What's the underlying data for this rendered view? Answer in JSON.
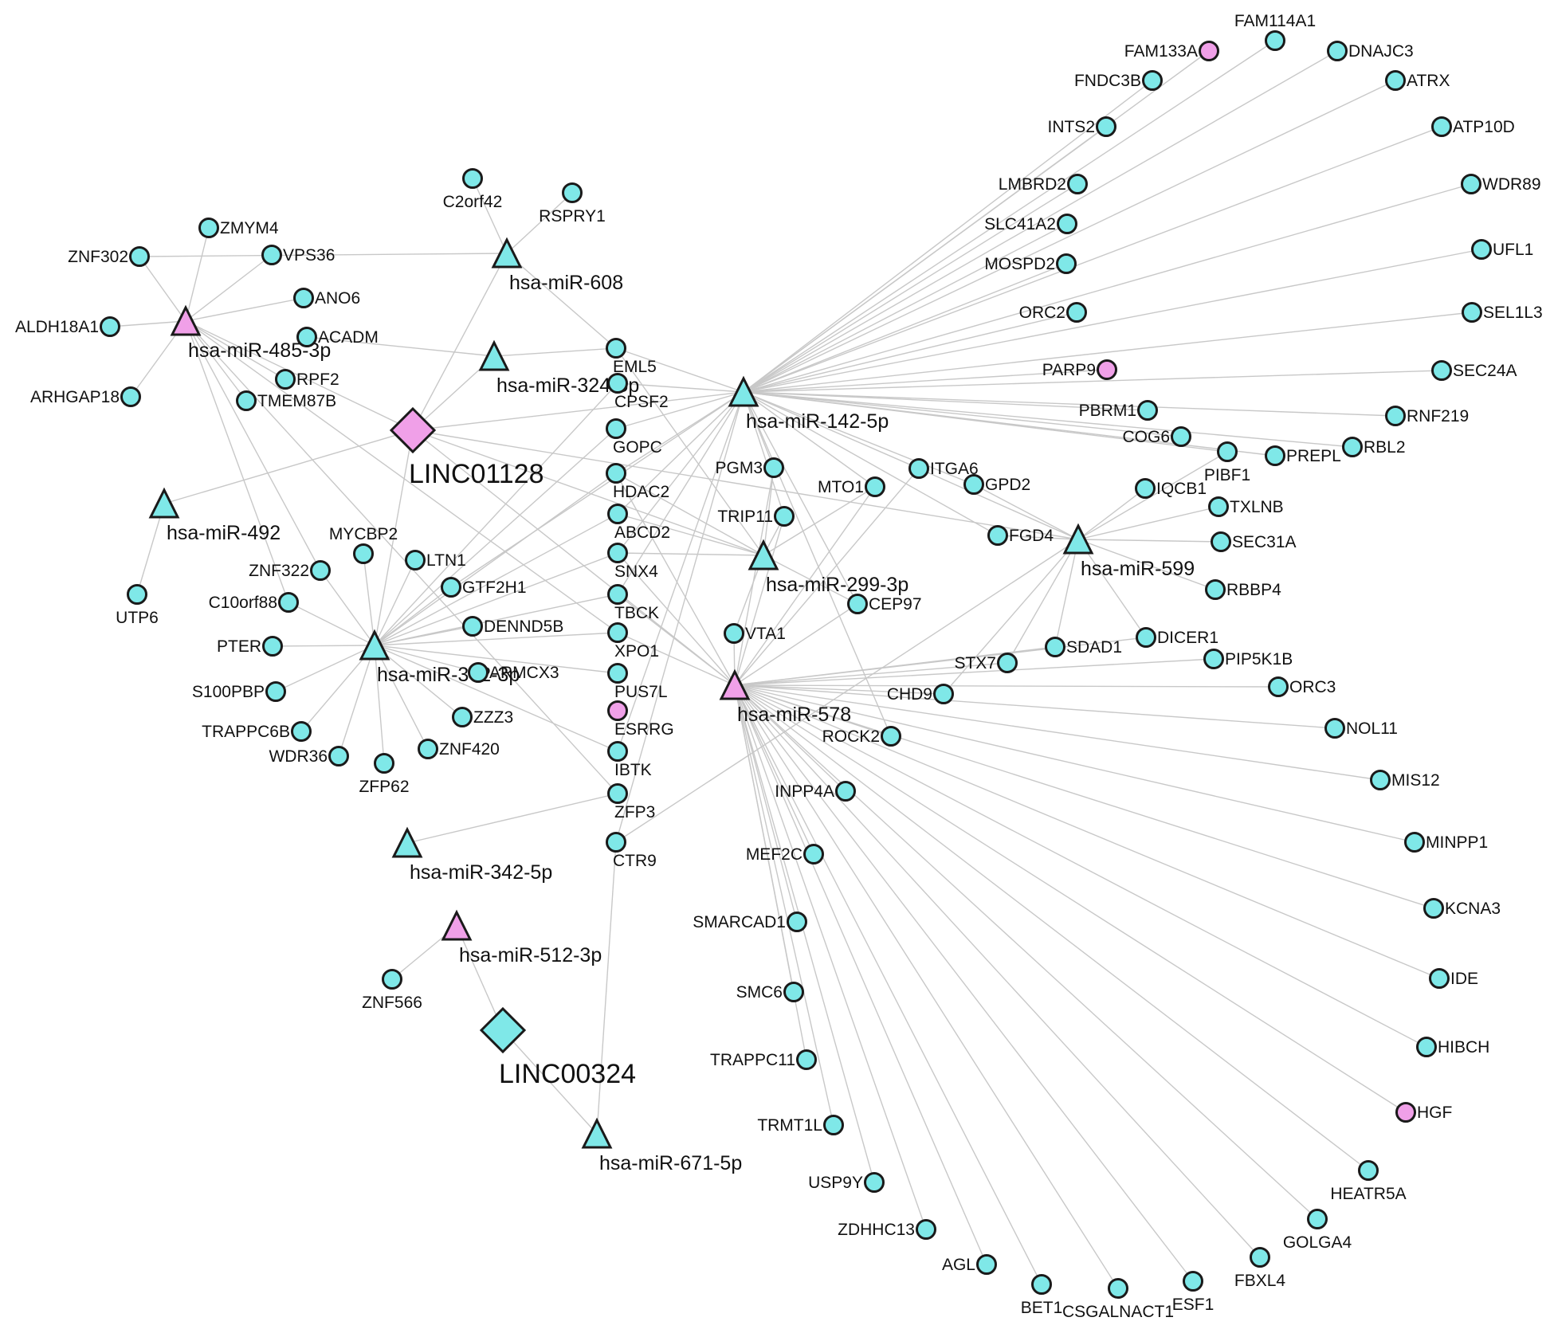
{
  "colors": {
    "cyan": "#7fe8e8",
    "pink": "#f0a0e8",
    "edge": "#c8c8c8",
    "stroke": "#1a1a1a"
  },
  "nodes": [
    {
      "id": "LINC01128",
      "label": "LINC01128",
      "type": "lncRNA",
      "color": "pink"
    },
    {
      "id": "LINC00324",
      "label": "LINC00324",
      "type": "lncRNA",
      "color": "cyan"
    },
    {
      "id": "m608",
      "label": "hsa-miR-608",
      "type": "miRNA",
      "color": "cyan"
    },
    {
      "id": "m485",
      "label": "hsa-miR-485-3p",
      "type": "miRNA",
      "color": "pink"
    },
    {
      "id": "m324",
      "label": "hsa-miR-324-5p",
      "type": "miRNA",
      "color": "cyan"
    },
    {
      "id": "m492",
      "label": "hsa-miR-492",
      "type": "miRNA",
      "color": "cyan"
    },
    {
      "id": "m342_3p",
      "label": "hsa-miR-342-3p",
      "type": "miRNA",
      "color": "cyan"
    },
    {
      "id": "m342_5p",
      "label": "hsa-miR-342-5p",
      "type": "miRNA",
      "color": "cyan"
    },
    {
      "id": "m512",
      "label": "hsa-miR-512-3p",
      "type": "miRNA",
      "color": "pink"
    },
    {
      "id": "m671",
      "label": "hsa-miR-671-5p",
      "type": "miRNA",
      "color": "cyan"
    },
    {
      "id": "m142",
      "label": "hsa-miR-142-5p",
      "type": "miRNA",
      "color": "cyan"
    },
    {
      "id": "m299",
      "label": "hsa-miR-299-3p",
      "type": "miRNA",
      "color": "cyan"
    },
    {
      "id": "m578",
      "label": "hsa-miR-578",
      "type": "miRNA",
      "color": "pink"
    },
    {
      "id": "m599",
      "label": "hsa-miR-599",
      "type": "miRNA",
      "color": "cyan"
    },
    {
      "id": "C2orf42",
      "label": "C2orf42",
      "type": "gene",
      "color": "cyan"
    },
    {
      "id": "RSPRY1",
      "label": "RSPRY1",
      "type": "gene",
      "color": "cyan"
    },
    {
      "id": "ZMYM4",
      "label": "ZMYM4",
      "type": "gene",
      "color": "cyan"
    },
    {
      "id": "ZNF302",
      "label": "ZNF302",
      "type": "gene",
      "color": "cyan"
    },
    {
      "id": "VPS36",
      "label": "VPS36",
      "type": "gene",
      "color": "cyan"
    },
    {
      "id": "ANO6",
      "label": "ANO6",
      "type": "gene",
      "color": "cyan"
    },
    {
      "id": "ALDH18A1",
      "label": "ALDH18A1",
      "type": "gene",
      "color": "cyan"
    },
    {
      "id": "ACADM",
      "label": "ACADM",
      "type": "gene",
      "color": "cyan"
    },
    {
      "id": "RPF2",
      "label": "RPF2",
      "type": "gene",
      "color": "cyan"
    },
    {
      "id": "ARHGAP18",
      "label": "ARHGAP18",
      "type": "gene",
      "color": "cyan"
    },
    {
      "id": "TMEM87B",
      "label": "TMEM87B",
      "type": "gene",
      "color": "cyan"
    },
    {
      "id": "UTP6",
      "label": "UTP6",
      "type": "gene",
      "color": "cyan"
    },
    {
      "id": "MYCBP2",
      "label": "MYCBP2",
      "type": "gene",
      "color": "cyan"
    },
    {
      "id": "LTN1",
      "label": "LTN1",
      "type": "gene",
      "color": "cyan"
    },
    {
      "id": "ZNF322",
      "label": "ZNF322",
      "type": "gene",
      "color": "cyan"
    },
    {
      "id": "GTF2H1",
      "label": "GTF2H1",
      "type": "gene",
      "color": "cyan"
    },
    {
      "id": "C10orf88",
      "label": "C10orf88",
      "type": "gene",
      "color": "cyan"
    },
    {
      "id": "DENND5B",
      "label": "DENND5B",
      "type": "gene",
      "color": "cyan"
    },
    {
      "id": "PTER",
      "label": "PTER",
      "type": "gene",
      "color": "cyan"
    },
    {
      "id": "ARMCX3",
      "label": "ARMCX3",
      "type": "gene",
      "color": "cyan"
    },
    {
      "id": "S100PBP",
      "label": "S100PBP",
      "type": "gene",
      "color": "cyan"
    },
    {
      "id": "ZZZ3",
      "label": "ZZZ3",
      "type": "gene",
      "color": "cyan"
    },
    {
      "id": "TRAPPC6B",
      "label": "TRAPPC6B",
      "type": "gene",
      "color": "cyan"
    },
    {
      "id": "ZNF420",
      "label": "ZNF420",
      "type": "gene",
      "color": "cyan"
    },
    {
      "id": "WDR36",
      "label": "WDR36",
      "type": "gene",
      "color": "cyan"
    },
    {
      "id": "ZFP62",
      "label": "ZFP62",
      "type": "gene",
      "color": "cyan"
    },
    {
      "id": "ZNF566",
      "label": "ZNF566",
      "type": "gene",
      "color": "cyan"
    },
    {
      "id": "EML5",
      "label": "EML5",
      "type": "gene",
      "color": "cyan"
    },
    {
      "id": "CPSF2",
      "label": "CPSF2",
      "type": "gene",
      "color": "cyan"
    },
    {
      "id": "GOPC",
      "label": "GOPC",
      "type": "gene",
      "color": "cyan"
    },
    {
      "id": "HDAC2",
      "label": "HDAC2",
      "type": "gene",
      "color": "cyan"
    },
    {
      "id": "ABCD2",
      "label": "ABCD2",
      "type": "gene",
      "color": "cyan"
    },
    {
      "id": "SNX4",
      "label": "SNX4",
      "type": "gene",
      "color": "cyan"
    },
    {
      "id": "TBCK",
      "label": "TBCK",
      "type": "gene",
      "color": "cyan"
    },
    {
      "id": "XPO1",
      "label": "XPO1",
      "type": "gene",
      "color": "cyan"
    },
    {
      "id": "PUS7L",
      "label": "PUS7L",
      "type": "gene",
      "color": "cyan"
    },
    {
      "id": "ESRRG",
      "label": "ESRRG",
      "type": "gene",
      "color": "pink"
    },
    {
      "id": "IBTK",
      "label": "IBTK",
      "type": "gene",
      "color": "cyan"
    },
    {
      "id": "ZFP3",
      "label": "ZFP3",
      "type": "gene",
      "color": "cyan"
    },
    {
      "id": "CTR9",
      "label": "CTR9",
      "type": "gene",
      "color": "cyan"
    },
    {
      "id": "PGM3",
      "label": "PGM3",
      "type": "gene",
      "color": "cyan"
    },
    {
      "id": "TRIP11",
      "label": "TRIP11",
      "type": "gene",
      "color": "cyan"
    },
    {
      "id": "MTO1",
      "label": "MTO1",
      "type": "gene",
      "color": "cyan"
    },
    {
      "id": "ITGA6",
      "label": "ITGA6",
      "type": "gene",
      "color": "cyan"
    },
    {
      "id": "GPD2",
      "label": "GPD2",
      "type": "gene",
      "color": "cyan"
    },
    {
      "id": "FGD4",
      "label": "FGD4",
      "type": "gene",
      "color": "cyan"
    },
    {
      "id": "CEP97",
      "label": "CEP97",
      "type": "gene",
      "color": "cyan"
    },
    {
      "id": "VTA1",
      "label": "VTA1",
      "type": "gene",
      "color": "cyan"
    },
    {
      "id": "STX7",
      "label": "STX7",
      "type": "gene",
      "color": "cyan"
    },
    {
      "id": "SDAD1",
      "label": "SDAD1",
      "type": "gene",
      "color": "cyan"
    },
    {
      "id": "CHD9",
      "label": "CHD9",
      "type": "gene",
      "color": "cyan"
    },
    {
      "id": "ROCK2",
      "label": "ROCK2",
      "type": "gene",
      "color": "cyan"
    },
    {
      "id": "DICER1",
      "label": "DICER1",
      "type": "gene",
      "color": "cyan"
    },
    {
      "id": "IQCB1",
      "label": "IQCB1",
      "type": "gene",
      "color": "cyan"
    },
    {
      "id": "TXLNB",
      "label": "TXLNB",
      "type": "gene",
      "color": "cyan"
    },
    {
      "id": "SEC31A",
      "label": "SEC31A",
      "type": "gene",
      "color": "cyan"
    },
    {
      "id": "RBBP4",
      "label": "RBBP4",
      "type": "gene",
      "color": "cyan"
    },
    {
      "id": "FAM133A",
      "label": "FAM133A",
      "type": "gene",
      "color": "pink"
    },
    {
      "id": "FAM114A1",
      "label": "FAM114A1",
      "type": "gene",
      "color": "cyan"
    },
    {
      "id": "FNDC3B",
      "label": "FNDC3B",
      "type": "gene",
      "color": "cyan"
    },
    {
      "id": "DNAJC3",
      "label": "DNAJC3",
      "type": "gene",
      "color": "cyan"
    },
    {
      "id": "ATRX",
      "label": "ATRX",
      "type": "gene",
      "color": "cyan"
    },
    {
      "id": "INTS2",
      "label": "INTS2",
      "type": "gene",
      "color": "cyan"
    },
    {
      "id": "ATP10D",
      "label": "ATP10D",
      "type": "gene",
      "color": "cyan"
    },
    {
      "id": "LMBRD2",
      "label": "LMBRD2",
      "type": "gene",
      "color": "cyan"
    },
    {
      "id": "WDR89",
      "label": "WDR89",
      "type": "gene",
      "color": "cyan"
    },
    {
      "id": "SLC41A2",
      "label": "SLC41A2",
      "type": "gene",
      "color": "cyan"
    },
    {
      "id": "UFL1",
      "label": "UFL1",
      "type": "gene",
      "color": "cyan"
    },
    {
      "id": "MOSPD2",
      "label": "MOSPD2",
      "type": "gene",
      "color": "cyan"
    },
    {
      "id": "ORC2",
      "label": "ORC2",
      "type": "gene",
      "color": "cyan"
    },
    {
      "id": "SEL1L3",
      "label": "SEL1L3",
      "type": "gene",
      "color": "cyan"
    },
    {
      "id": "PARP9",
      "label": "PARP9",
      "type": "gene",
      "color": "pink"
    },
    {
      "id": "SEC24A",
      "label": "SEC24A",
      "type": "gene",
      "color": "cyan"
    },
    {
      "id": "PBRM1",
      "label": "PBRM1",
      "type": "gene",
      "color": "cyan"
    },
    {
      "id": "RNF219",
      "label": "RNF219",
      "type": "gene",
      "color": "cyan"
    },
    {
      "id": "COG6",
      "label": "COG6",
      "type": "gene",
      "color": "cyan"
    },
    {
      "id": "PIBF1",
      "label": "PIBF1",
      "type": "gene",
      "color": "cyan"
    },
    {
      "id": "PREPL",
      "label": "PREPL",
      "type": "gene",
      "color": "cyan"
    },
    {
      "id": "RBL2",
      "label": "RBL2",
      "type": "gene",
      "color": "cyan"
    },
    {
      "id": "PIP5K1B",
      "label": "PIP5K1B",
      "type": "gene",
      "color": "cyan"
    },
    {
      "id": "ORC3",
      "label": "ORC3",
      "type": "gene",
      "color": "cyan"
    },
    {
      "id": "NOL11",
      "label": "NOL11",
      "type": "gene",
      "color": "cyan"
    },
    {
      "id": "MIS12",
      "label": "MIS12",
      "type": "gene",
      "color": "cyan"
    },
    {
      "id": "MINPP1",
      "label": "MINPP1",
      "type": "gene",
      "color": "cyan"
    },
    {
      "id": "KCNA3",
      "label": "KCNA3",
      "type": "gene",
      "color": "cyan"
    },
    {
      "id": "IDE",
      "label": "IDE",
      "type": "gene",
      "color": "cyan"
    },
    {
      "id": "HIBCH",
      "label": "HIBCH",
      "type": "gene",
      "color": "cyan"
    },
    {
      "id": "HGF",
      "label": "HGF",
      "type": "gene",
      "color": "pink"
    },
    {
      "id": "HEATR5A",
      "label": "HEATR5A",
      "type": "gene",
      "color": "cyan"
    },
    {
      "id": "GOLGA4",
      "label": "GOLGA4",
      "type": "gene",
      "color": "cyan"
    },
    {
      "id": "FBXL4",
      "label": "FBXL4",
      "type": "gene",
      "color": "cyan"
    },
    {
      "id": "ESF1",
      "label": "ESF1",
      "type": "gene",
      "color": "cyan"
    },
    {
      "id": "CSGALNACT1",
      "label": "CSGALNACT1",
      "type": "gene",
      "color": "cyan"
    },
    {
      "id": "BET1",
      "label": "BET1",
      "type": "gene",
      "color": "cyan"
    },
    {
      "id": "AGL",
      "label": "AGL",
      "type": "gene",
      "color": "cyan"
    },
    {
      "id": "ZDHHC13",
      "label": "ZDHHC13",
      "type": "gene",
      "color": "cyan"
    },
    {
      "id": "USP9Y",
      "label": "USP9Y",
      "type": "gene",
      "color": "cyan"
    },
    {
      "id": "TRMT1L",
      "label": "TRMT1L",
      "type": "gene",
      "color": "cyan"
    },
    {
      "id": "TRAPPC11",
      "label": "TRAPPC11",
      "type": "gene",
      "color": "cyan"
    },
    {
      "id": "SMC6",
      "label": "SMC6",
      "type": "gene",
      "color": "cyan"
    },
    {
      "id": "SMARCAD1",
      "label": "SMARCAD1",
      "type": "gene",
      "color": "cyan"
    },
    {
      "id": "MEF2C",
      "label": "MEF2C",
      "type": "gene",
      "color": "cyan"
    },
    {
      "id": "INPP4A",
      "label": "INPP4A",
      "type": "gene",
      "color": "cyan"
    }
  ],
  "edges": [
    [
      "LINC01128",
      "m608"
    ],
    [
      "LINC01128",
      "m485"
    ],
    [
      "LINC01128",
      "m324"
    ],
    [
      "LINC01128",
      "m492"
    ],
    [
      "LINC01128",
      "m342_3p"
    ],
    [
      "LINC01128",
      "m142"
    ],
    [
      "LINC01128",
      "m299"
    ],
    [
      "LINC01128",
      "m578"
    ],
    [
      "LINC01128",
      "m599"
    ],
    [
      "LINC00324",
      "m512"
    ],
    [
      "LINC00324",
      "m671"
    ],
    [
      "m608",
      "C2orf42"
    ],
    [
      "m608",
      "RSPRY1"
    ],
    [
      "m608",
      "ZNF302"
    ],
    [
      "m608",
      "EML5"
    ],
    [
      "m485",
      "ZMYM4"
    ],
    [
      "m485",
      "ZNF302"
    ],
    [
      "m485",
      "VPS36"
    ],
    [
      "m485",
      "ANO6"
    ],
    [
      "m485",
      "ALDH18A1"
    ],
    [
      "m485",
      "ARHGAP18"
    ],
    [
      "m485",
      "RPF2"
    ],
    [
      "m485",
      "TMEM87B"
    ],
    [
      "m485",
      "ZNF322"
    ],
    [
      "m485",
      "C10orf88"
    ],
    [
      "m485",
      "XPO1"
    ],
    [
      "m485",
      "ZFP3"
    ],
    [
      "m324",
      "ACADM"
    ],
    [
      "m324",
      "EML5"
    ],
    [
      "m492",
      "UTP6"
    ],
    [
      "m342_3p",
      "MYCBP2"
    ],
    [
      "m342_3p",
      "LTN1"
    ],
    [
      "m342_3p",
      "ZNF322"
    ],
    [
      "m342_3p",
      "GTF2H1"
    ],
    [
      "m342_3p",
      "C10orf88"
    ],
    [
      "m342_3p",
      "DENND5B"
    ],
    [
      "m342_3p",
      "PTER"
    ],
    [
      "m342_3p",
      "ARMCX3"
    ],
    [
      "m342_3p",
      "S100PBP"
    ],
    [
      "m342_3p",
      "ZZZ3"
    ],
    [
      "m342_3p",
      "TRAPPC6B"
    ],
    [
      "m342_3p",
      "ZNF420"
    ],
    [
      "m342_3p",
      "WDR36"
    ],
    [
      "m342_3p",
      "ZFP62"
    ],
    [
      "m342_3p",
      "GOPC"
    ],
    [
      "m342_3p",
      "HDAC2"
    ],
    [
      "m342_3p",
      "ABCD2"
    ],
    [
      "m342_3p",
      "SNX4"
    ],
    [
      "m342_3p",
      "TBCK"
    ],
    [
      "m342_3p",
      "XPO1"
    ],
    [
      "m342_3p",
      "PUS7L"
    ],
    [
      "m342_3p",
      "IBTK"
    ],
    [
      "m342_3p",
      "CPSF2"
    ],
    [
      "m342_5p",
      "ZFP3"
    ],
    [
      "m512",
      "ZNF566"
    ],
    [
      "m671",
      "CTR9"
    ],
    [
      "m142",
      "EML5"
    ],
    [
      "m142",
      "CPSF2"
    ],
    [
      "m142",
      "GOPC"
    ],
    [
      "m142",
      "HDAC2"
    ],
    [
      "m142",
      "ABCD2"
    ],
    [
      "m142",
      "SNX4"
    ],
    [
      "m142",
      "TBCK"
    ],
    [
      "m142",
      "GTF2H1"
    ],
    [
      "m142",
      "PGM3"
    ],
    [
      "m142",
      "TRIP11"
    ],
    [
      "m142",
      "MTO1"
    ],
    [
      "m142",
      "ITGA6"
    ],
    [
      "m142",
      "GPD2"
    ],
    [
      "m142",
      "FGD4"
    ],
    [
      "m142",
      "CEP97"
    ],
    [
      "m142",
      "ROCK2"
    ],
    [
      "m142",
      "IBTK"
    ],
    [
      "m142",
      "CTR9"
    ],
    [
      "m142",
      "FAM133A"
    ],
    [
      "m142",
      "FAM114A1"
    ],
    [
      "m142",
      "FNDC3B"
    ],
    [
      "m142",
      "DNAJC3"
    ],
    [
      "m142",
      "ATRX"
    ],
    [
      "m142",
      "INTS2"
    ],
    [
      "m142",
      "ATP10D"
    ],
    [
      "m142",
      "LMBRD2"
    ],
    [
      "m142",
      "WDR89"
    ],
    [
      "m142",
      "SLC41A2"
    ],
    [
      "m142",
      "UFL1"
    ],
    [
      "m142",
      "MOSPD2"
    ],
    [
      "m142",
      "ORC2"
    ],
    [
      "m142",
      "SEL1L3"
    ],
    [
      "m142",
      "PARP9"
    ],
    [
      "m142",
      "SEC24A"
    ],
    [
      "m142",
      "PBRM1"
    ],
    [
      "m142",
      "RNF219"
    ],
    [
      "m142",
      "COG6"
    ],
    [
      "m142",
      "PIBF1"
    ],
    [
      "m142",
      "PREPL"
    ],
    [
      "m142",
      "RBL2"
    ],
    [
      "m299",
      "EML5"
    ],
    [
      "m299",
      "HDAC2"
    ],
    [
      "m299",
      "ABCD2"
    ],
    [
      "m299",
      "SNX4"
    ],
    [
      "m299",
      "PGM3"
    ],
    [
      "m299",
      "TRIP11"
    ],
    [
      "m299",
      "MTO1"
    ],
    [
      "m299",
      "VTA1"
    ],
    [
      "m299",
      "CEP97"
    ],
    [
      "m578",
      "HDAC2"
    ],
    [
      "m578",
      "SNX4"
    ],
    [
      "m578",
      "TBCK"
    ],
    [
      "m578",
      "XPO1"
    ],
    [
      "m578",
      "PGM3"
    ],
    [
      "m578",
      "TRIP11"
    ],
    [
      "m578",
      "MTO1"
    ],
    [
      "m578",
      "ITGA6"
    ],
    [
      "m578",
      "VTA1"
    ],
    [
      "m578",
      "CEP97"
    ],
    [
      "m578",
      "STX7"
    ],
    [
      "m578",
      "SDAD1"
    ],
    [
      "m578",
      "CHD9"
    ],
    [
      "m578",
      "ROCK2"
    ],
    [
      "m578",
      "DICER1"
    ],
    [
      "m578",
      "PIP5K1B"
    ],
    [
      "m578",
      "ORC3"
    ],
    [
      "m578",
      "NOL11"
    ],
    [
      "m578",
      "MIS12"
    ],
    [
      "m578",
      "MINPP1"
    ],
    [
      "m578",
      "KCNA3"
    ],
    [
      "m578",
      "IDE"
    ],
    [
      "m578",
      "HIBCH"
    ],
    [
      "m578",
      "HGF"
    ],
    [
      "m578",
      "HEATR5A"
    ],
    [
      "m578",
      "GOLGA4"
    ],
    [
      "m578",
      "FBXL4"
    ],
    [
      "m578",
      "ESF1"
    ],
    [
      "m578",
      "CSGALNACT1"
    ],
    [
      "m578",
      "BET1"
    ],
    [
      "m578",
      "AGL"
    ],
    [
      "m578",
      "ZDHHC13"
    ],
    [
      "m578",
      "USP9Y"
    ],
    [
      "m578",
      "TRMT1L"
    ],
    [
      "m578",
      "TRAPPC11"
    ],
    [
      "m578",
      "SMC6"
    ],
    [
      "m578",
      "SMARCAD1"
    ],
    [
      "m578",
      "MEF2C"
    ],
    [
      "m578",
      "INPP4A"
    ],
    [
      "m599",
      "IQCB1"
    ],
    [
      "m599",
      "TXLNB"
    ],
    [
      "m599",
      "SEC31A"
    ],
    [
      "m599",
      "RBBP4"
    ],
    [
      "m599",
      "FGD4"
    ],
    [
      "m599",
      "STX7"
    ],
    [
      "m599",
      "SDAD1"
    ],
    [
      "m599",
      "DICER1"
    ],
    [
      "m599",
      "GPD2"
    ],
    [
      "m599",
      "ITGA6"
    ],
    [
      "m599",
      "PIBF1"
    ],
    [
      "m599",
      "CHD9"
    ],
    [
      "m599",
      "CTR9"
    ]
  ]
}
